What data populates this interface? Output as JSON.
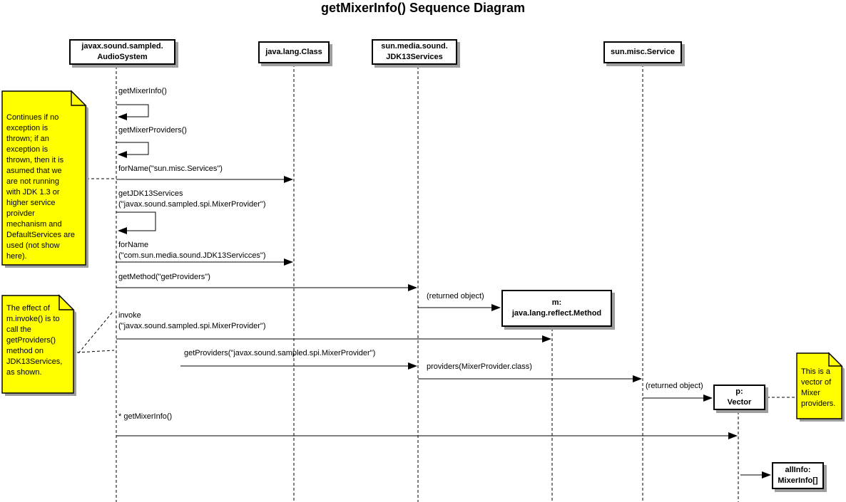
{
  "title": "getMixerInfo() Sequence Diagram",
  "actors": {
    "audio_system": "javax.sound.sampled.\nAudioSystem",
    "java_lang_class": "java.lang.Class",
    "jdk13_services": "sun.media.sound.\nJDK13Services",
    "sun_misc_service": "sun.misc.Service"
  },
  "objects": {
    "method": "m:\njava.lang.reflect.Method",
    "vector": "p:\nVector",
    "all_info": "allInfo:\nMixerInfo[]"
  },
  "messages": {
    "get_mixer_info": "getMixerInfo()",
    "get_mixer_providers": "getMixerProviders()",
    "forname_services": "forName(\"sun.misc.Services\")",
    "get_jdk13_services": "getJDK13Services\n(\"javax.sound.sampled.spi.MixerProvider\")",
    "forname_jdk13": "forName\n(\"com.sun.media.sound.JDK13Servicces\")",
    "get_method": "getMethod(\"getProviders\")",
    "returned_object_1": "(returned object)",
    "invoke": "invoke\n(\"javax.sound.sampled.spi.MixerProvider\")",
    "get_providers": "getProviders(\"javax.sound.sampled.spi.MixerProvider\")",
    "providers": "providers(MixerProvider.class)",
    "returned_object_2": "(returned object)",
    "star_get_mixer_info": "* getMixerInfo()"
  },
  "notes": {
    "note_exception": "Continues if no\nexception is\nthrown; if an\nexception is\nthrown, then it is\nasumed that we\nare not running\nwith JDK 1.3 or\nhigher service\nproivder\nmechanism and\nDefaultServices are\nused (not show\nhere).",
    "note_invoke": "The effect of\nm.invoke() is to\ncall the\ngetProviders()\nmethod on\nJDK13Services,\nas shown.",
    "note_vector": "This is a\nvector of\nMixer\nproviders."
  },
  "colors": {
    "note_fill": "#ffff00",
    "shadow": "#9e9e9e",
    "line": "#000000",
    "background": "#ffffff"
  }
}
